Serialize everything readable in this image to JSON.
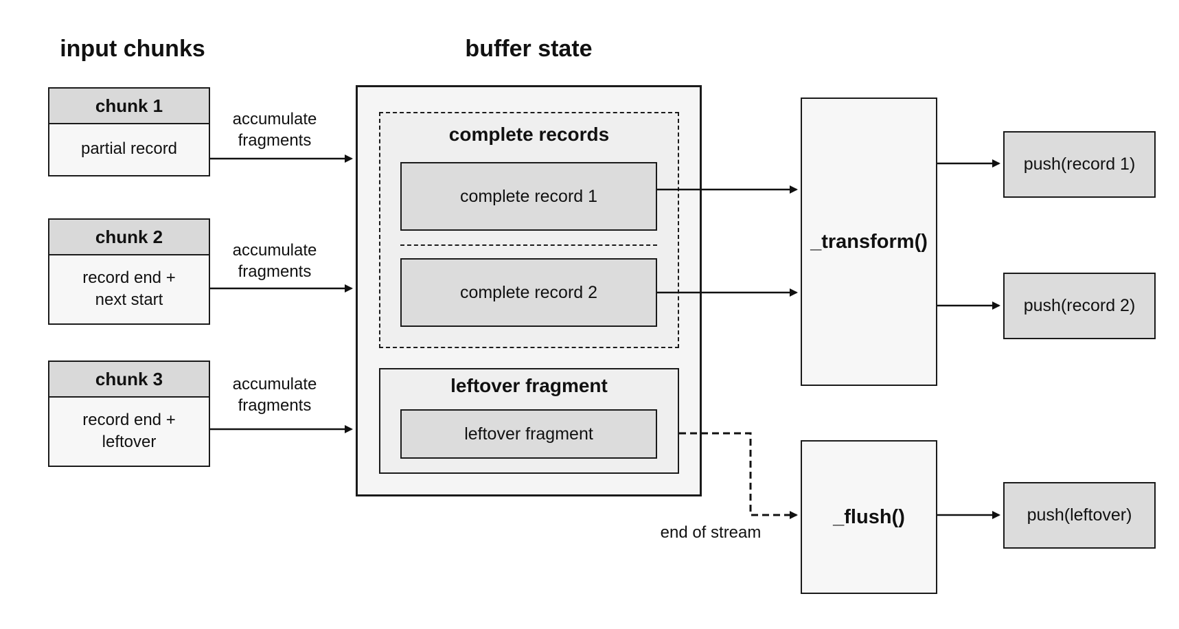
{
  "headings": {
    "input": "input chunks",
    "buffer": "buffer state"
  },
  "chunks": [
    {
      "title": "chunk 1",
      "body": "partial record"
    },
    {
      "title": "chunk 2",
      "body": "record end +\nnext start"
    },
    {
      "title": "chunk 3",
      "body": "record end +\nleftover"
    }
  ],
  "edge_labels": {
    "accumulate": "accumulate\nfragments",
    "end_of_stream": "end of stream"
  },
  "buffer": {
    "complete_title": "complete records",
    "record1": "complete record 1",
    "record2": "complete record 2",
    "leftover_title": "leftover fragment",
    "leftover_item": "leftover fragment"
  },
  "processors": {
    "transform": "_transform()",
    "flush": "_flush()"
  },
  "outputs": {
    "push1": "push(record 1)",
    "push2": "push(record 2)",
    "push3": "push(leftover)"
  }
}
